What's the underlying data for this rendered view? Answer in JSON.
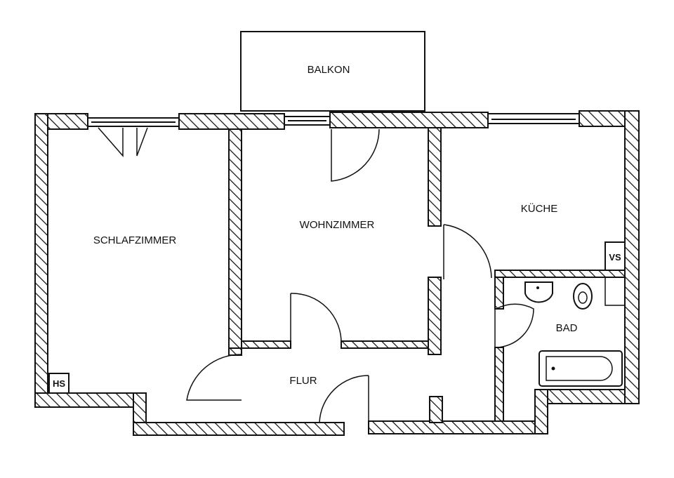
{
  "rooms": {
    "balkon": "BALKON",
    "schlafzimmer": "SCHLAFZIMMER",
    "wohnzimmer": "WOHNZIMMER",
    "kueche": "KÜCHE",
    "bad": "BAD",
    "flur": "FLUR"
  },
  "markers": {
    "hs": "HS",
    "vs": "VS"
  }
}
